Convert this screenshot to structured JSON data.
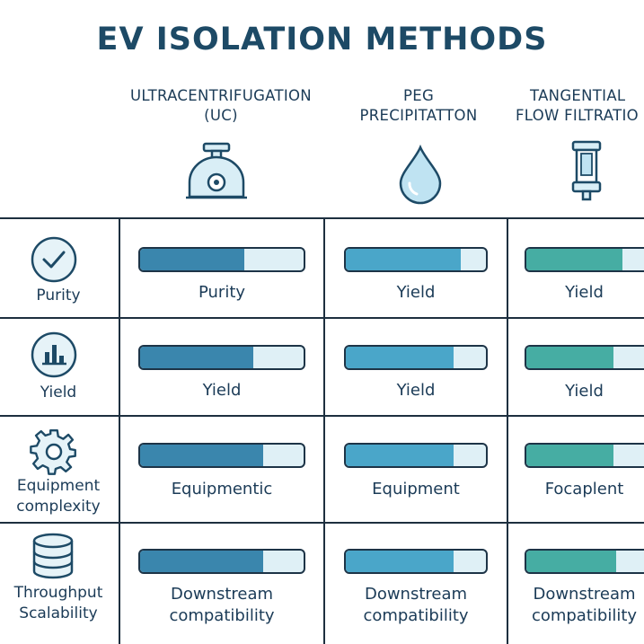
{
  "title": "EV ISOLATION METHODS",
  "columns": [
    {
      "line1": "ULTRACENTRIFUGATION",
      "line2": "(UC)",
      "icon": "centrifuge-icon"
    },
    {
      "line1": "PEG",
      "line2": "PRECIPITATTON",
      "icon": "droplet-icon"
    },
    {
      "line1": "TANGENTIAL",
      "line2": "FLOW FILTRATIO",
      "icon": "filter-cartridge-icon"
    }
  ],
  "rows": [
    {
      "label_line1": "Purity",
      "label_line2": "",
      "icon": "check-circle-icon",
      "cells": [
        {
          "text1": "Purity",
          "text2": "",
          "level": 0.64
        },
        {
          "text1": "Yield",
          "text2": "",
          "level": 0.82
        },
        {
          "text1": "Yield",
          "text2": "",
          "level": 0.82
        }
      ]
    },
    {
      "label_line1": "Yield",
      "label_line2": "",
      "icon": "bar-chart-icon",
      "cells": [
        {
          "text1": "Yield",
          "text2": "",
          "level": 0.69
        },
        {
          "text1": "Yield",
          "text2": "",
          "level": 0.77
        },
        {
          "text1": "Yield",
          "text2": "",
          "level": 0.74
        }
      ]
    },
    {
      "label_line1": "Equipment",
      "label_line2": "complexity",
      "icon": "gear-icon",
      "cells": [
        {
          "text1": "Equipmentic",
          "text2": "",
          "level": 0.75
        },
        {
          "text1": "Equipment",
          "text2": "",
          "level": 0.77
        },
        {
          "text1": "Focaplent",
          "text2": "",
          "level": 0.74
        }
      ]
    },
    {
      "label_line1": "Throughput",
      "label_line2": "Scalability",
      "icon": "database-icon",
      "cells": [
        {
          "text1": "Downstream",
          "text2": "compatibility",
          "level": 0.75
        },
        {
          "text1": "Downstream",
          "text2": "compatibility",
          "level": 0.77
        },
        {
          "text1": "Downstream",
          "text2": "compatibility",
          "level": 0.76
        }
      ]
    }
  ],
  "colors": {
    "uc": "#3a86ad",
    "peg": "#4aa6c9",
    "tff": "#46ada3",
    "track": "#dff0f6"
  }
}
